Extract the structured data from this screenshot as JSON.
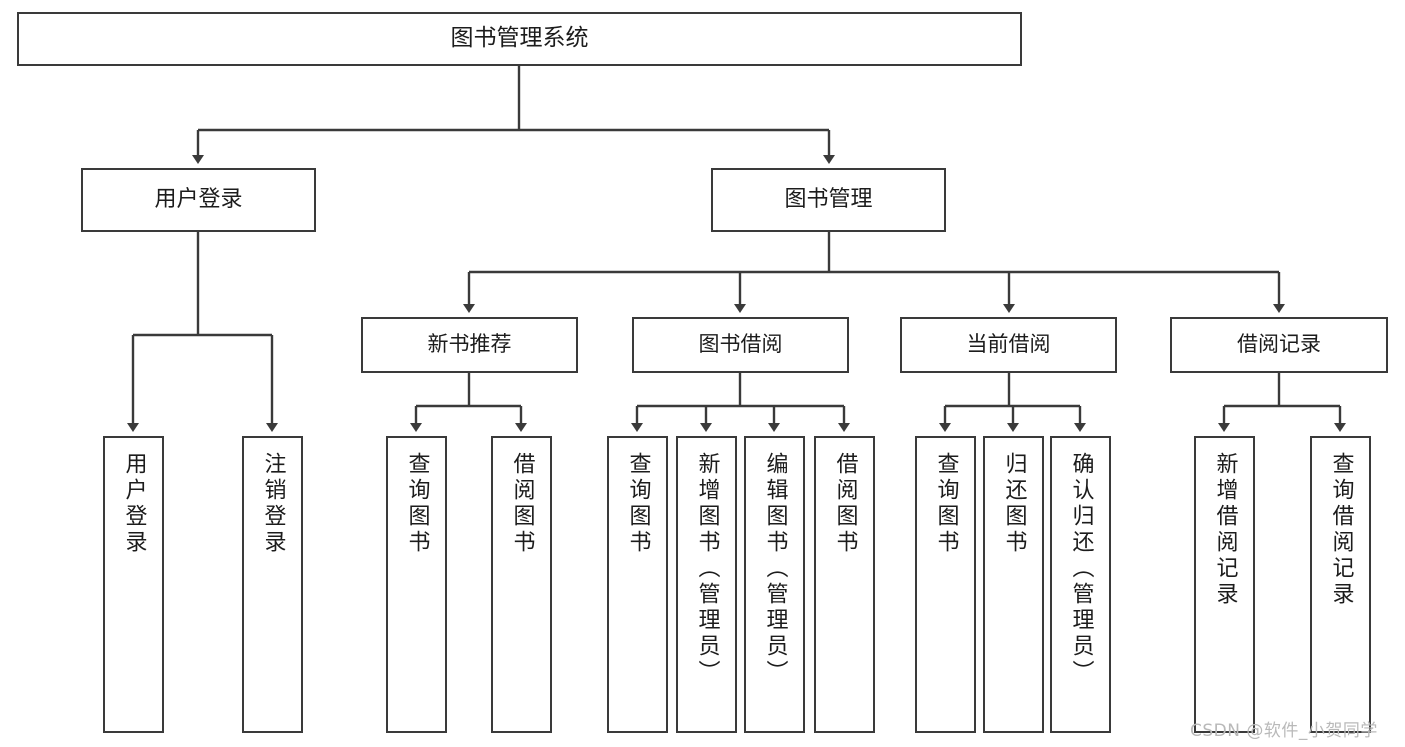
{
  "diagram": {
    "title": "图书管理系统",
    "type": "hierarchy-tree",
    "root": {
      "label": "图书管理系统"
    },
    "level2": [
      {
        "label": "用户登录"
      },
      {
        "label": "图书管理"
      }
    ],
    "level3": [
      {
        "label": "新书推荐"
      },
      {
        "label": "图书借阅"
      },
      {
        "label": "当前借阅"
      },
      {
        "label": "借阅记录"
      }
    ],
    "leaves": {
      "user_login": [
        {
          "label": "用户登录"
        },
        {
          "label": "注销登录"
        }
      ],
      "new_book_recommend": [
        {
          "label": "查询图书"
        },
        {
          "label": "借阅图书"
        }
      ],
      "book_borrow": [
        {
          "label": "查询图书"
        },
        {
          "label": "新增图书（管理员）"
        },
        {
          "label": "编辑图书（管理员）"
        },
        {
          "label": "借阅图书"
        }
      ],
      "current_borrow": [
        {
          "label": "查询图书"
        },
        {
          "label": "归还图书"
        },
        {
          "label": "确认归还（管理员）"
        }
      ],
      "borrow_record": [
        {
          "label": "新增借阅记录"
        },
        {
          "label": "查询借阅记录"
        }
      ]
    }
  },
  "watermark": {
    "text": "CSDN @软件_小贺同学"
  },
  "colors": {
    "stroke": "#3a3a3a",
    "text": "#1c1c1c",
    "background": "#ffffff",
    "watermark": "#b9b9b9"
  }
}
